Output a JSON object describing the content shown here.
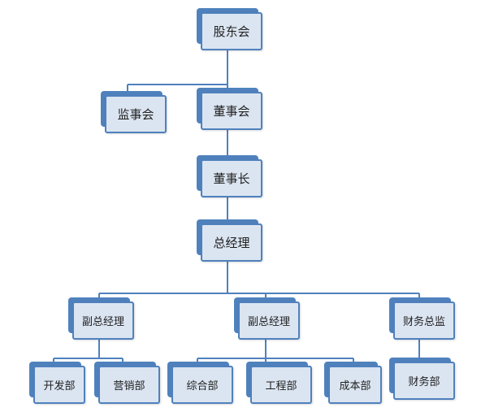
{
  "org_chart": {
    "shareholders": "股东会",
    "supervisory_board": "监事会",
    "board_of_directors": "董事会",
    "chairman": "董事长",
    "general_manager": "总经理",
    "vice_gm_left": "副总经理",
    "vice_gm_center": "副总经理",
    "cfo": "财务总监",
    "development_dept": "开发部",
    "marketing_dept": "营销部",
    "general_dept": "综合部",
    "engineering_dept": "工程部",
    "cost_dept": "成本部",
    "finance_dept": "财务部"
  },
  "colors": {
    "box_fill": "#dbe5f1",
    "box_border": "#4f81bd",
    "connector": "#4f81bd"
  }
}
